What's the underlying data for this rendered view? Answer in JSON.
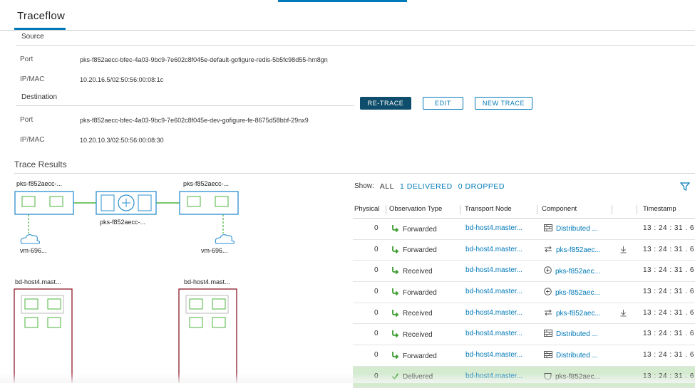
{
  "title": "Traceflow",
  "source": {
    "heading": "Source",
    "port_label": "Port",
    "port_value": "pks-f852aecc-bfec-4a03-9bc9-7e602c8f045e-default-gofigure-redis-5b5fc98d55-hm8gn",
    "ipmac_label": "IP/MAC",
    "ipmac_value": "10.20.16.5/02:50:56:00:08:1c"
  },
  "destination": {
    "heading": "Destination",
    "port_label": "Port",
    "port_value": "pks-f852aecc-bfec-4a03-9bc9-7e602c8f045e-dev-gofigure-fe-8675d58bbf-29nx9",
    "ipmac_label": "IP/MAC",
    "ipmac_value": "10.20.10.3/02:50:56:00:08:30"
  },
  "buttons": {
    "retrace": "RE-TRACE",
    "edit": "EDIT",
    "new_trace": "NEW TRACE"
  },
  "results": {
    "title": "Trace Results",
    "topology": {
      "switch_left": "pks-f852aecc-...",
      "switch_right": "pks-f852aecc-...",
      "router": "pks-f852aecc-...",
      "vm_left": "vm-696...",
      "vm_right": "vm-696...",
      "host_left": "bd-host4.mast...",
      "host_right": "bd-host4.mast..."
    },
    "filter": {
      "show_label": "Show:",
      "all": "ALL",
      "delivered": "1 DELIVERED",
      "dropped": "0 DROPPED"
    },
    "columns": {
      "physical": "Physical",
      "observation": "Observation Type",
      "transport": "Transport Node",
      "component": "Component",
      "timestamp": "Timestamp"
    },
    "rows": [
      {
        "physical": "0",
        "observation": "Forwarded",
        "obs_icon": "forwarded-arrow-icon",
        "transport": "bd-host4.master...",
        "component": "Distributed ...",
        "comp_icon": "distributed-firewall-icon",
        "comp_link": true,
        "download": false,
        "timestamp": "13 : 24 : 31 . 6"
      },
      {
        "physical": "0",
        "observation": "Forwarded",
        "obs_icon": "forwarded-arrow-icon",
        "transport": "bd-host4.master...",
        "component": "pks-f852aec...",
        "comp_icon": "logical-port-icon",
        "comp_link": true,
        "download": true,
        "timestamp": "13 : 24 : 31 . 6"
      },
      {
        "physical": "0",
        "observation": "Received",
        "obs_icon": "received-arrow-icon",
        "transport": "bd-host4.master...",
        "component": "pks-f852aec...",
        "comp_icon": "router-icon",
        "comp_link": true,
        "download": false,
        "timestamp": "13 : 24 : 31 . 6"
      },
      {
        "physical": "0",
        "observation": "Forwarded",
        "obs_icon": "forwarded-arrow-icon",
        "transport": "bd-host4.master...",
        "component": "pks-f852aec...",
        "comp_icon": "router-icon",
        "comp_link": true,
        "download": false,
        "timestamp": "13 : 24 : 31 . 6"
      },
      {
        "physical": "0",
        "observation": "Received",
        "obs_icon": "received-arrow-icon",
        "transport": "bd-host4.master...",
        "component": "pks-f852aec...",
        "comp_icon": "logical-port-icon",
        "comp_link": true,
        "download": true,
        "timestamp": "13 : 24 : 31 . 6"
      },
      {
        "physical": "0",
        "observation": "Received",
        "obs_icon": "received-arrow-icon",
        "transport": "bd-host4.master...",
        "component": "Distributed ...",
        "comp_icon": "distributed-firewall-icon",
        "comp_link": true,
        "download": false,
        "timestamp": "13 : 24 : 31 . 6"
      },
      {
        "physical": "0",
        "observation": "Forwarded",
        "obs_icon": "forwarded-arrow-icon",
        "transport": "bd-host4.master...",
        "component": "Distributed ...",
        "comp_icon": "distributed-firewall-icon",
        "comp_link": true,
        "download": false,
        "timestamp": "13 : 24 : 31 . 6"
      },
      {
        "physical": "0",
        "observation": "Delivered",
        "obs_icon": "delivered-check-icon",
        "transport": "bd-host4.master...",
        "component": "pks-f852aec...",
        "comp_icon": "vnic-icon",
        "comp_link": false,
        "download": false,
        "timestamp": "13 : 24 : 31 . 6",
        "highlight": true
      }
    ]
  },
  "colors": {
    "accent": "#0079b8",
    "primary_button": "#0e4d6b",
    "topology_blue": "#2b8fd0",
    "topology_green": "#4bb33c",
    "host_red": "#8b1a2b",
    "delivered_row": "#d4ebd0"
  }
}
